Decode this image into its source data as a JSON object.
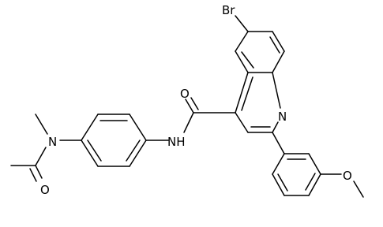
{
  "molecule": {
    "atom_labels": {
      "bromine": "Br",
      "quinoline_nitrogen": "N",
      "carbonyl_oxygen": "O",
      "amide_nh": "NH",
      "amine_nitrogen": "N",
      "acetyl_oxygen": "O",
      "methoxy_oxygen": "O"
    },
    "colors": {
      "bond": "#000000",
      "label": "#000000",
      "background": "#ffffff"
    }
  }
}
